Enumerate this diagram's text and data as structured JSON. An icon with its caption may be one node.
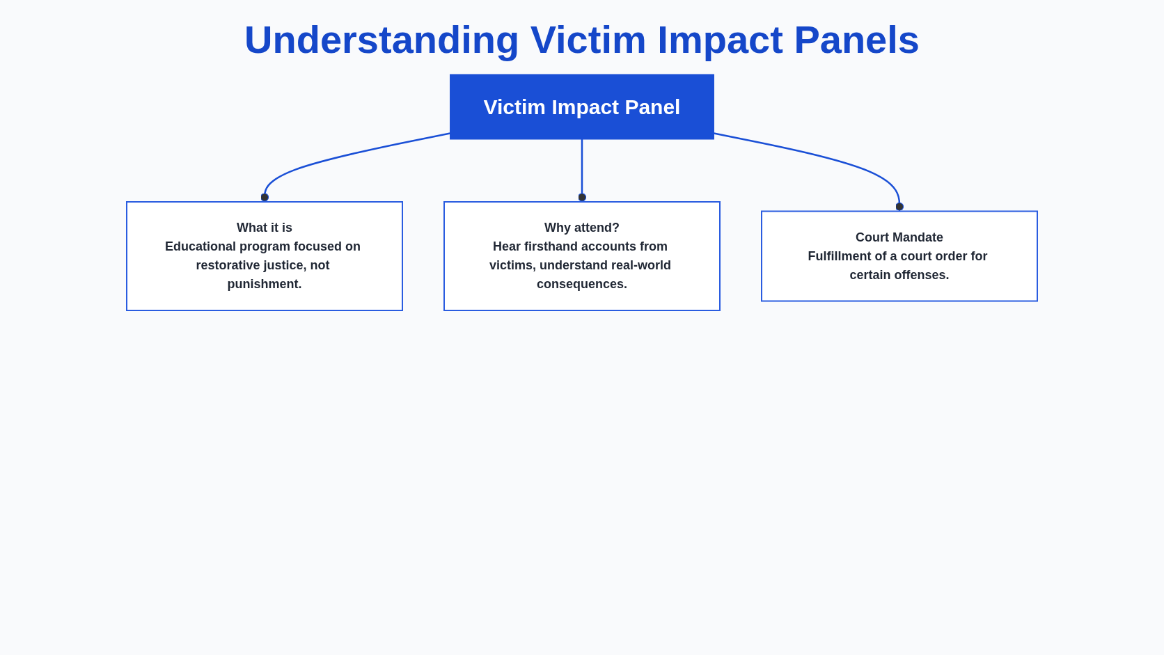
{
  "diagram": {
    "title": "Understanding Victim Impact Panels",
    "nodes": [
      {
        "text": [
          "Victim Impact Panel"
        ]
      },
      {
        "text": [
          "What it is",
          "Educational program focused on restorative justice, not punishment."
        ]
      },
      {
        "text": [
          "Why attend?",
          "Hear firsthand accounts from victims, understand real-world consequences."
        ]
      },
      {
        "text": [
          "Court Mandate",
          "Fulfillment of a court order for certain offenses."
        ]
      }
    ],
    "edges": [
      {
        "from": 0,
        "to": 1,
        "arrow": "other"
      },
      {
        "from": 0,
        "to": 2,
        "arrow": "other"
      },
      {
        "from": 0,
        "to": 3,
        "arrow": "other"
      }
    ]
  }
}
